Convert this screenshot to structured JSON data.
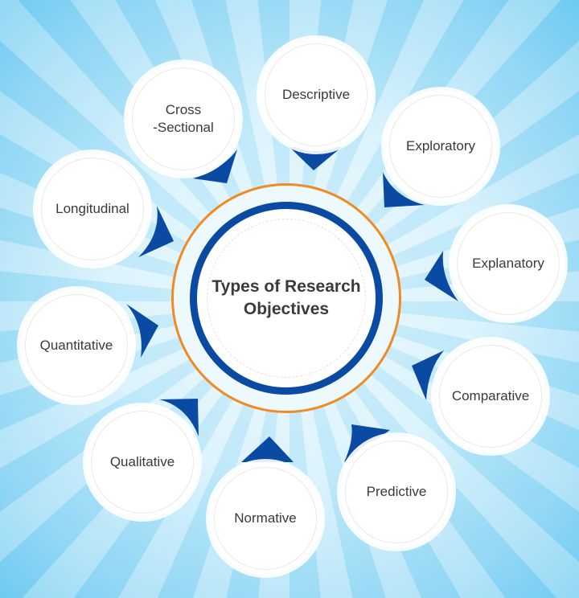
{
  "diagram": {
    "title": "Types of Research Objectives",
    "title_lines": [
      "Types of Research",
      "Objectives"
    ],
    "colors": {
      "arrow": "#0b4aa2",
      "center_ring": "#0b4aa2",
      "outer_ring": "#f08a22",
      "background": "#8fd6f4",
      "node_fill": "#ffffff",
      "text": "#3a3a3a"
    },
    "nodes": [
      {
        "id": "cross-sectional",
        "label": "Cross\n-Sectional"
      },
      {
        "id": "descriptive",
        "label": "Descriptive"
      },
      {
        "id": "exploratory",
        "label": "Exploratory"
      },
      {
        "id": "explanatory",
        "label": "Explanatory"
      },
      {
        "id": "comparative",
        "label": "Comparative"
      },
      {
        "id": "predictive",
        "label": "Predictive"
      },
      {
        "id": "normative",
        "label": "Normative"
      },
      {
        "id": "qualitative",
        "label": "Qualitative"
      },
      {
        "id": "quantitative",
        "label": "Quantitative"
      },
      {
        "id": "longitudinal",
        "label": "Longitudinal"
      }
    ]
  }
}
